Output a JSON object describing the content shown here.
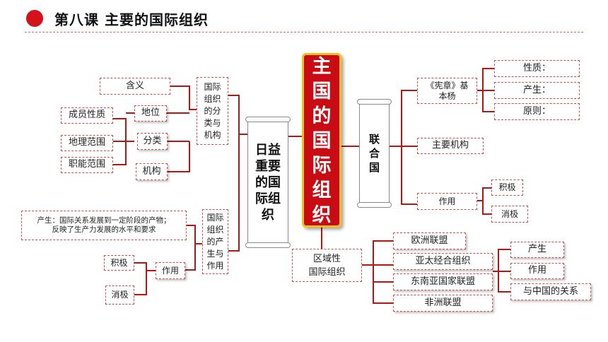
{
  "header": {
    "title": "第八课  主要的国际组织"
  },
  "center": {
    "label": "主国的国际组织"
  },
  "left": {
    "scroll_label": "日益重要的国际组织",
    "group1": {
      "label": "国际组织的分类与机构",
      "items": {
        "meaning": "含义",
        "status": "地位",
        "classify": "分类",
        "organ": "机构"
      },
      "classify_items": {
        "member": "成员性质",
        "geo": "地理范围",
        "func": "职能范围"
      }
    },
    "group2": {
      "label": "国际组织的产生与作用",
      "origin_text": "产生：国际关系发展到一定阶段的产物；\n反映了生产力发展的水平和要求",
      "role": "作用",
      "positive": "积极",
      "negative": "消极"
    }
  },
  "un": {
    "scroll_label": "联合国",
    "charter": "《宪章》基本杨",
    "charter_items": {
      "nature": "性质：",
      "origin": "产生：",
      "principle": "原则："
    },
    "organs": "主要机构",
    "role": "作用",
    "positive": "积极",
    "negative": "消极"
  },
  "regional": {
    "label": "区域性\n国际组织",
    "items": {
      "eu": "欧洲联盟",
      "apec": "亚太经合组织",
      "asean": "东南亚国家联盟",
      "au": "非洲联盟"
    },
    "sub": {
      "origin": "产生",
      "role": "作用",
      "china": "与中国的关系"
    }
  },
  "colors": {
    "accent": "#c90c14",
    "gold": "#f0c11a",
    "line": "#b01818"
  }
}
